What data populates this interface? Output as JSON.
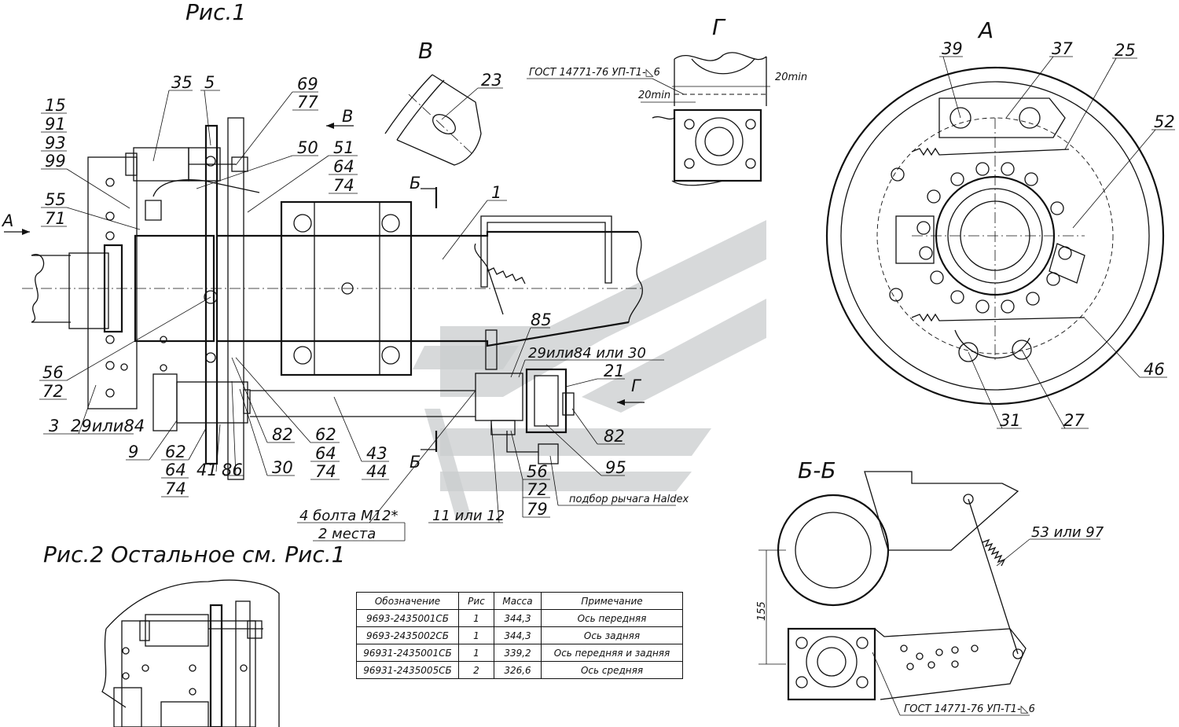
{
  "figure1_title": "Рис.1",
  "figure2_title": "Рис.2 Остальное см. Рис.1",
  "views": {
    "A": "А",
    "B": "В",
    "G": "Г",
    "BB": "Б-Б",
    "B_mark": "Б"
  },
  "arrow_labels": {
    "A": "А",
    "B": "В",
    "G": "Г"
  },
  "gost_note": "ГОСТ 14771-76 УП-Т1-◺6",
  "dimensions": {
    "d20min_a": "20min",
    "d20min_b": "20min",
    "d155": "155"
  },
  "callouts": {
    "c35": "35",
    "c5": "5",
    "c69": "69",
    "c77": "77",
    "c50": "50",
    "c51": "51",
    "c64a": "64",
    "c74a": "74",
    "c15": "15",
    "c91": "91",
    "c93": "93",
    "c99": "99",
    "c55": "55",
    "c71": "71",
    "c1": "1",
    "c23": "23",
    "c85": "85",
    "c29_84_30": "29или84 или 30",
    "c21": "21",
    "c82a": "82",
    "c82b": "82",
    "c95": "95",
    "c56a": "56",
    "c72a": "72",
    "c56b": "56",
    "c72b": "72",
    "c79": "79",
    "c3": "3",
    "c29_84": "29или84",
    "c9": "9",
    "c62a": "62",
    "c64b": "64",
    "c74b": "74",
    "c41": "41",
    "c86": "86",
    "c30": "30",
    "c62b": "62",
    "c64c": "64",
    "c74c": "74",
    "c43": "43",
    "c44": "44",
    "c11_12": "11 или 12",
    "bolts": "4 болта М12*",
    "places": "2 места",
    "lever_note": "подбор рычага Haldex",
    "c39": "39",
    "c37": "37",
    "c25": "25",
    "c52": "52",
    "c46": "46",
    "c31": "31",
    "c27": "27",
    "c53_97": "53 или 97"
  },
  "table": {
    "headers": [
      "Обозначение",
      "Рис",
      "Масса",
      "Примечание"
    ],
    "rows": [
      [
        "9693-2435001СБ",
        "1",
        "344,3",
        "Ось передняя"
      ],
      [
        "9693-2435002СБ",
        "1",
        "344,3",
        "Ось задняя"
      ],
      [
        "96931-2435001СБ",
        "1",
        "339,2",
        "Ось передняя и задняя"
      ],
      [
        "96931-2435005СБ",
        "2",
        "326,6",
        "Ось средняя"
      ]
    ]
  }
}
